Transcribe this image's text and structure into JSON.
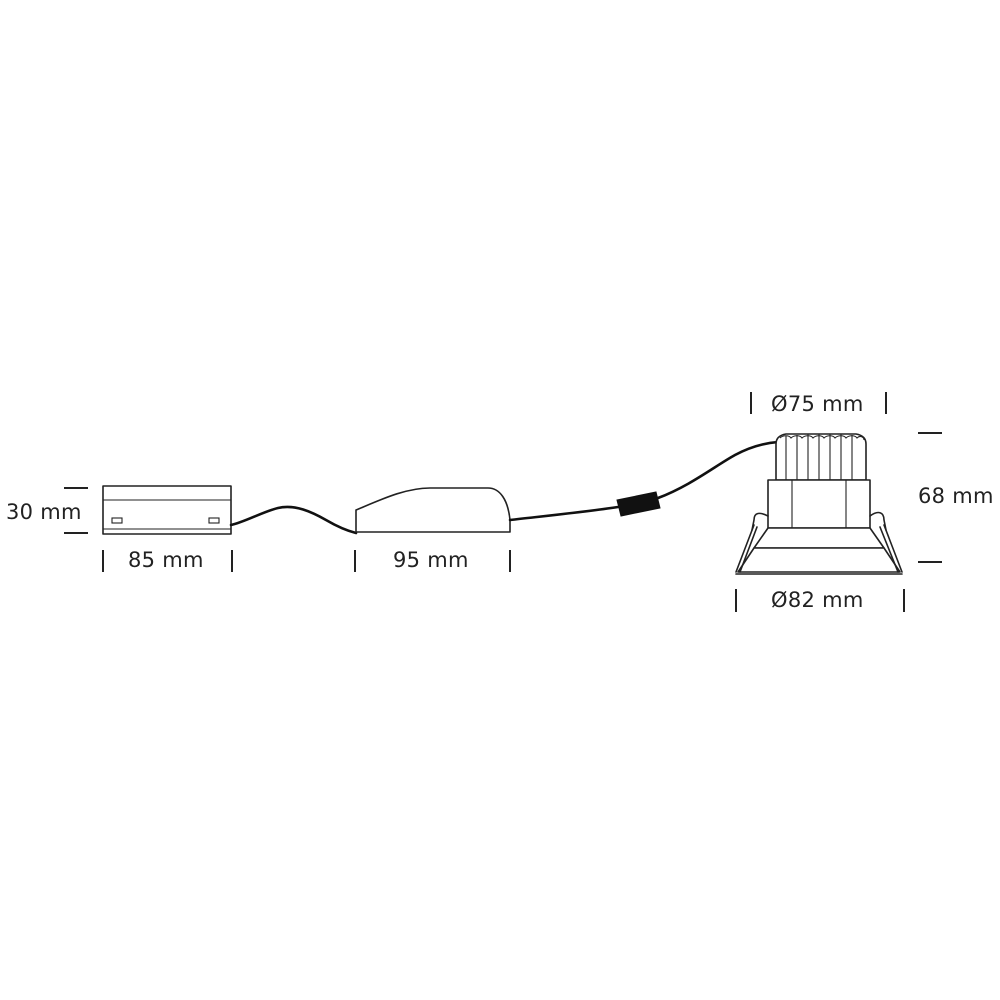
{
  "diagram": {
    "labels": {
      "box1_height": "30 mm",
      "box1_width": "85 mm",
      "driver_width": "95 mm",
      "heatsink_diameter": "Ø75 mm",
      "fixture_height": "68 mm",
      "cutout_diameter": "Ø82 mm"
    },
    "colors": {
      "line": "#222222",
      "cable": "#111111",
      "background": "#ffffff"
    }
  }
}
